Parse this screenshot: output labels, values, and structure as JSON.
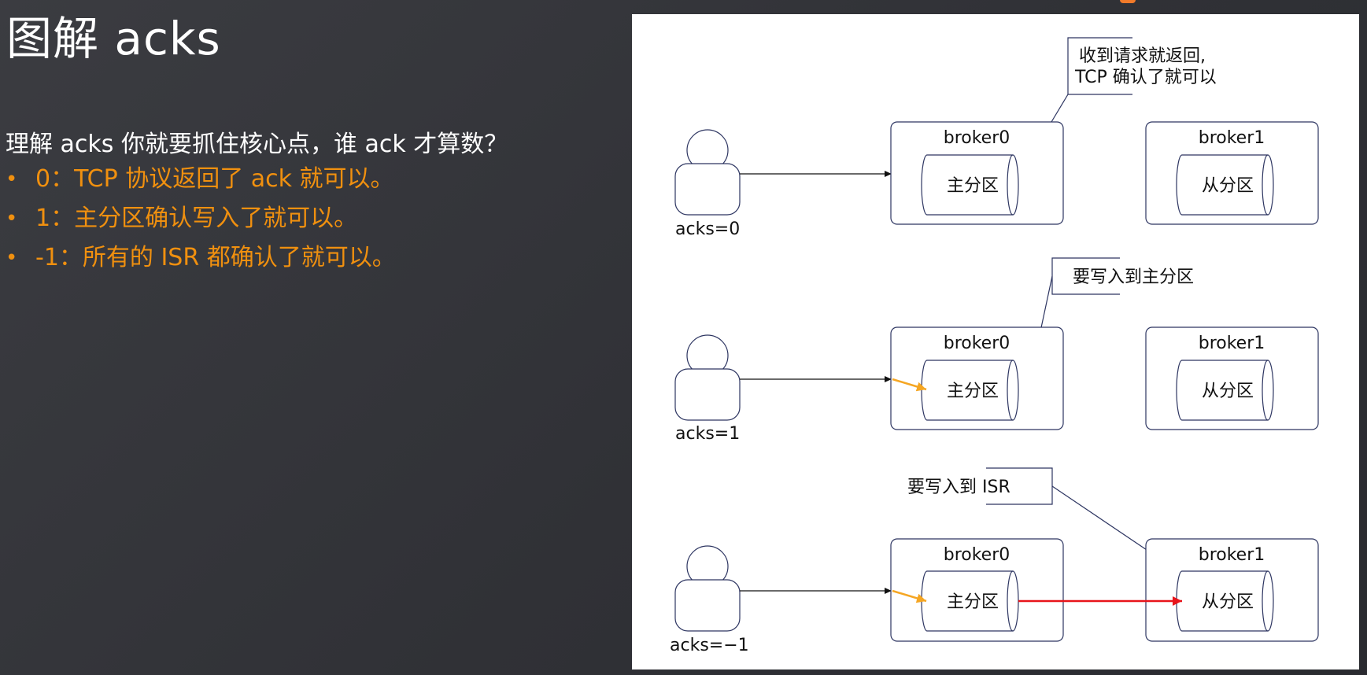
{
  "slide": {
    "title": "图解 acks",
    "intro": "理解 acks 你就要抓住核心点，谁 ack 才算数？",
    "bullets": [
      "0：TCP 协议返回了 ack 就可以。",
      "1：主分区确认写入了就可以。",
      "-1：所有的  ISR 都确认了就可以。"
    ]
  },
  "diagram": {
    "broker0_label": "broker0",
    "broker1_label": "broker1",
    "primary_partition": "主分区",
    "replica_partition": "从分区",
    "rows": [
      {
        "ack_label": "acks=0",
        "note_lines": [
          "收到请求就返回,",
          "TCP 确认了就可以"
        ]
      },
      {
        "ack_label": "acks=1",
        "note_lines": [
          "要写入到主分区"
        ]
      },
      {
        "ack_label": "acks=−1",
        "note_lines": [
          "要写入到 ISR"
        ]
      }
    ]
  },
  "colors": {
    "accent_orange": "#f0900f",
    "write_arrow": "#f5a623",
    "replication_arrow": "#e8141a",
    "box_stroke": "#2d3561"
  }
}
